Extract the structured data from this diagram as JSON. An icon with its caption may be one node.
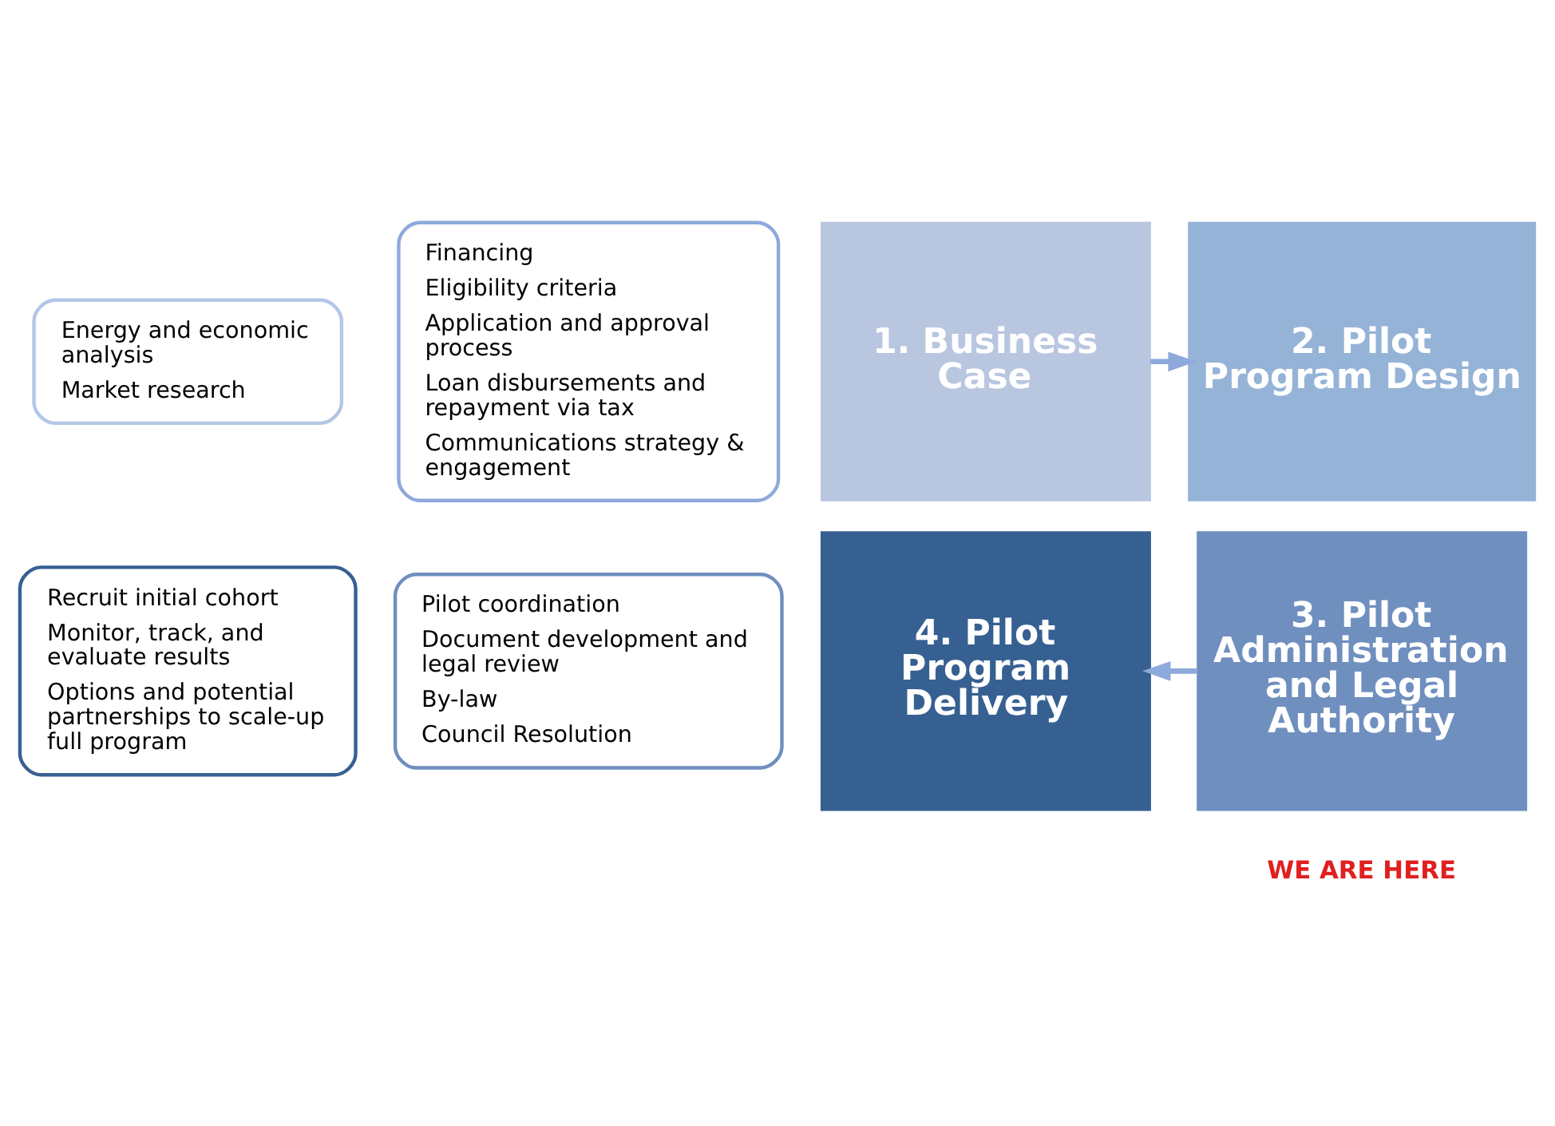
{
  "diagram": {
    "nodes": [
      {
        "text": [
          "Energy and economic analysis",
          "Market research"
        ]
      },
      {
        "text": [
          "Financing",
          "Eligibility criteria",
          "Application and approval process",
          "Loan disbursements and repayment via tax",
          "Communications strategy & engagement"
        ]
      },
      {
        "text": [
          "1. Business Case"
        ]
      },
      {
        "text": [
          "2. Pilot Program Design"
        ]
      },
      {
        "text": [
          "4. Pilot Program Delivery"
        ]
      },
      {
        "text": [
          "3. Pilot Administration and Legal Authority"
        ]
      },
      {
        "text": [
          "Recruit initial cohort",
          "Monitor, track, and evaluate results",
          "Options and potential partnerships to scale-up full program"
        ]
      },
      {
        "text": [
          "Pilot coordination",
          "Document development and legal review",
          "By-law",
          "Council Resolution"
        ]
      }
    ],
    "edges": [
      {
        "from": 2,
        "to": 3,
        "arrow": "to"
      },
      {
        "from": 5,
        "to": 4,
        "arrow": "to"
      }
    ],
    "labels": [
      "WE ARE HERE"
    ]
  }
}
